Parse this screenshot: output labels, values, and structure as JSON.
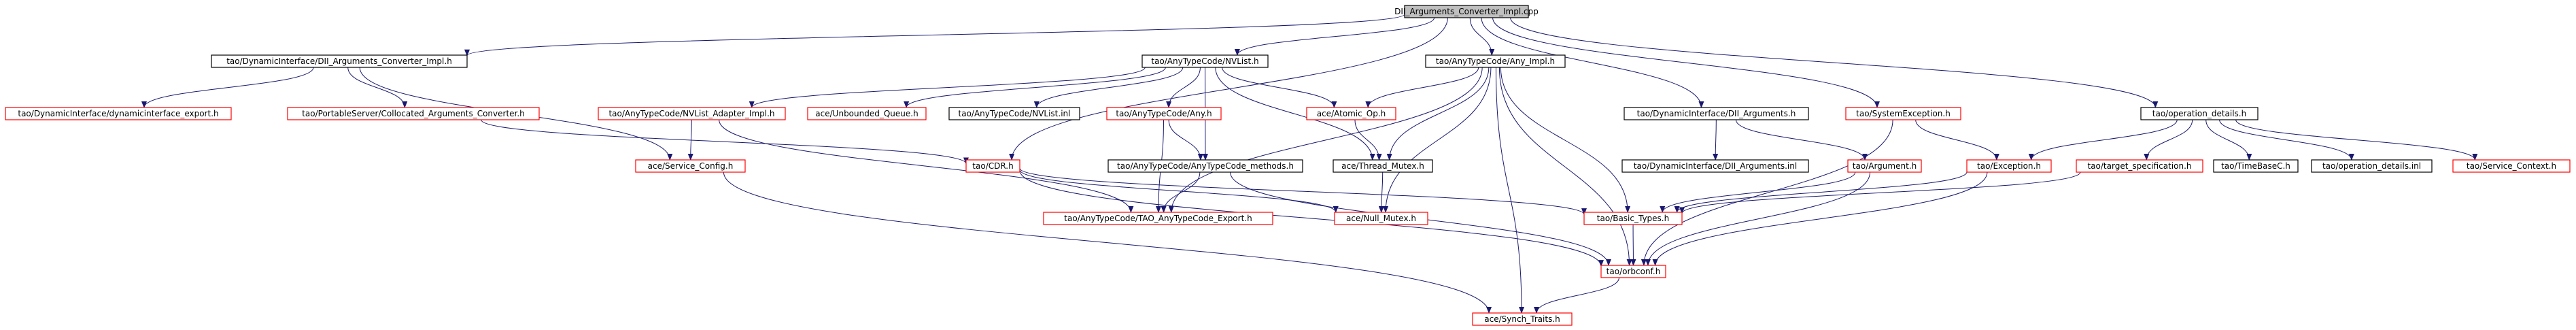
{
  "colors": {
    "edge": "#191970",
    "node_border_documented": "#000000",
    "node_border_undocumented": "#ff0000",
    "root_fill": "#bfbfbf",
    "background": "#ffffff"
  },
  "nodes": [
    {
      "id": "root",
      "label": "DII_Arguments_Converter_Impl.cpp",
      "style": "root"
    },
    {
      "id": "n1",
      "label": "tao/DynamicInterface/DII_Arguments_Converter_Impl.h",
      "style": "black"
    },
    {
      "id": "n2",
      "label": "tao/AnyTypeCode/NVList.h",
      "style": "black"
    },
    {
      "id": "n3",
      "label": "tao/AnyTypeCode/Any_Impl.h",
      "style": "black"
    },
    {
      "id": "n4",
      "label": "tao/DynamicInterface/DII_Arguments.h",
      "style": "black"
    },
    {
      "id": "n5",
      "label": "tao/SystemException.h",
      "style": "red"
    },
    {
      "id": "n6",
      "label": "tao/operation_details.h",
      "style": "black"
    },
    {
      "id": "n7",
      "label": "tao/DynamicInterface/dynamicinterface_export.h",
      "style": "red"
    },
    {
      "id": "n8",
      "label": "tao/PortableServer/Collocated_Arguments_Converter.h",
      "style": "red"
    },
    {
      "id": "n9",
      "label": "tao/AnyTypeCode/NVList_Adapter_Impl.h",
      "style": "red"
    },
    {
      "id": "n10",
      "label": "ace/Unbounded_Queue.h",
      "style": "red"
    },
    {
      "id": "n11",
      "label": "tao/AnyTypeCode/NVList.inl",
      "style": "black"
    },
    {
      "id": "n12",
      "label": "tao/AnyTypeCode/Any.h",
      "style": "red"
    },
    {
      "id": "n13",
      "label": "ace/Atomic_Op.h",
      "style": "red"
    },
    {
      "id": "n14",
      "label": "tao/DynamicInterface/DII_Arguments.inl",
      "style": "black"
    },
    {
      "id": "n15",
      "label": "tao/Argument.h",
      "style": "red"
    },
    {
      "id": "n16",
      "label": "tao/Exception.h",
      "style": "red"
    },
    {
      "id": "n17",
      "label": "tao/target_specification.h",
      "style": "red"
    },
    {
      "id": "n18",
      "label": "tao/TimeBaseC.h",
      "style": "black"
    },
    {
      "id": "n19",
      "label": "tao/operation_details.inl",
      "style": "black"
    },
    {
      "id": "n20",
      "label": "tao/Service_Context.h",
      "style": "red"
    },
    {
      "id": "n21",
      "label": "ace/Service_Config.h",
      "style": "red"
    },
    {
      "id": "n22",
      "label": "tao/CDR.h",
      "style": "red"
    },
    {
      "id": "n23",
      "label": "tao/AnyTypeCode/AnyTypeCode_methods.h",
      "style": "black"
    },
    {
      "id": "n24",
      "label": "ace/Thread_Mutex.h",
      "style": "black"
    },
    {
      "id": "n25",
      "label": "tao/AnyTypeCode/TAO_AnyTypeCode_Export.h",
      "style": "red"
    },
    {
      "id": "n26",
      "label": "ace/Null_Mutex.h",
      "style": "red"
    },
    {
      "id": "n27",
      "label": "tao/Basic_Types.h",
      "style": "red"
    },
    {
      "id": "n28",
      "label": "tao/orbconf.h",
      "style": "red"
    },
    {
      "id": "n29",
      "label": "ace/Synch_Traits.h",
      "style": "red"
    }
  ],
  "edges": [
    [
      "root",
      "n1"
    ],
    [
      "root",
      "n2"
    ],
    [
      "root",
      "n3"
    ],
    [
      "root",
      "n4"
    ],
    [
      "root",
      "n5"
    ],
    [
      "root",
      "n6"
    ],
    [
      "root",
      "n22"
    ],
    [
      "n1",
      "n7"
    ],
    [
      "n1",
      "n8"
    ],
    [
      "n1",
      "n21"
    ],
    [
      "n8",
      "n22"
    ],
    [
      "n2",
      "n9"
    ],
    [
      "n2",
      "n10"
    ],
    [
      "n2",
      "n11"
    ],
    [
      "n2",
      "n12"
    ],
    [
      "n2",
      "n13"
    ],
    [
      "n2",
      "n23"
    ],
    [
      "n2",
      "n24"
    ],
    [
      "n9",
      "n21"
    ],
    [
      "n9",
      "n25"
    ],
    [
      "n12",
      "n23"
    ],
    [
      "n12",
      "n25"
    ],
    [
      "n3",
      "n13"
    ],
    [
      "n3",
      "n24"
    ],
    [
      "n3",
      "n25"
    ],
    [
      "n3",
      "n26"
    ],
    [
      "n3",
      "n27"
    ],
    [
      "n3",
      "n28"
    ],
    [
      "n3",
      "n29"
    ],
    [
      "n13",
      "n24"
    ],
    [
      "n23",
      "n25"
    ],
    [
      "n23",
      "n28"
    ],
    [
      "n24",
      "n26"
    ],
    [
      "n4",
      "n14"
    ],
    [
      "n4",
      "n15"
    ],
    [
      "n15",
      "n27"
    ],
    [
      "n15",
      "n28"
    ],
    [
      "n5",
      "n16"
    ],
    [
      "n5",
      "n28"
    ],
    [
      "n6",
      "n16"
    ],
    [
      "n6",
      "n17"
    ],
    [
      "n6",
      "n18"
    ],
    [
      "n6",
      "n19"
    ],
    [
      "n6",
      "n20"
    ],
    [
      "n16",
      "n27"
    ],
    [
      "n16",
      "n28"
    ],
    [
      "n17",
      "n27"
    ],
    [
      "n21",
      "n29"
    ],
    [
      "n22",
      "n26"
    ],
    [
      "n22",
      "n27"
    ],
    [
      "n22",
      "n28"
    ],
    [
      "n27",
      "n28"
    ],
    [
      "n28",
      "n29"
    ]
  ]
}
